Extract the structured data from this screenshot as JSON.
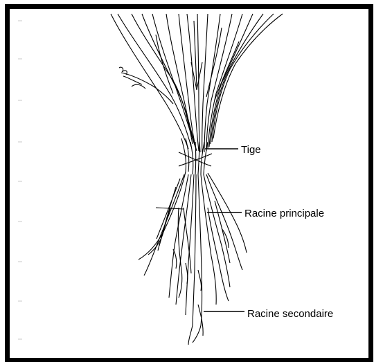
{
  "labels": {
    "stem": "Tige",
    "main_root": "Racine principale",
    "secondary_root": "Racine secondaire"
  },
  "colors": {
    "ink": "#000000",
    "background": "#ffffff",
    "margin_ticks": "#c8c8c8"
  }
}
